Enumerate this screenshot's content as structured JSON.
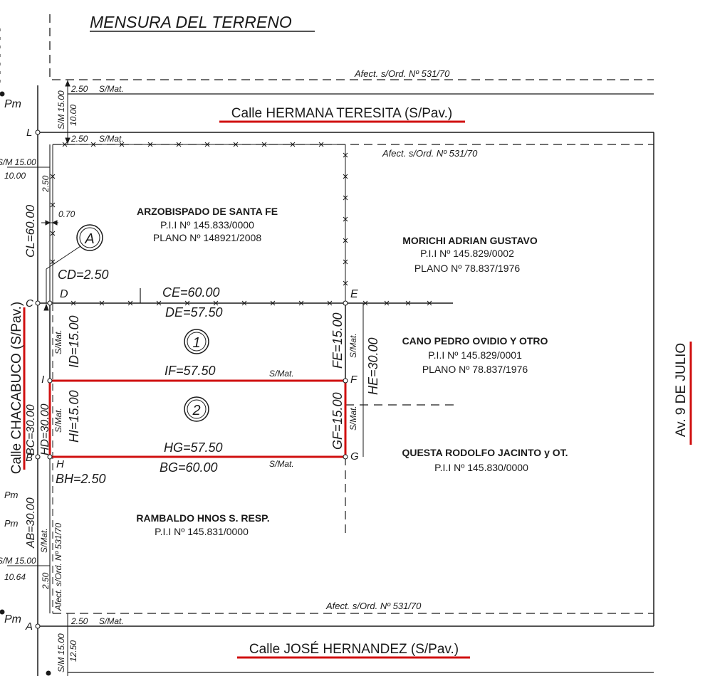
{
  "title": "MENSURA DEL TERRENO",
  "streets": {
    "north": "Calle HERMANA TERESITA (S/Pav.)",
    "south": "Calle JOSÉ HERNANDEZ (S/Pav.)",
    "west": "Calle CHACABUCO (S/Pav.)",
    "east": "Av. 9 DE JULIO"
  },
  "afectaciones": {
    "top": "Afect. s/Ord. Nº 531/70",
    "inner": "Afect. s/Ord. Nº 531/70",
    "bottom": "Afect. s/Ord. Nº 531/70",
    "west": "Afect. s/Ord. Nº 531/70"
  },
  "margin_labels": {
    "s_mat": "S/Mat.",
    "s_m_15": "S/M 15.00",
    "r2_50": "2.50",
    "r10_00": "10.00",
    "r0_70": "0.70",
    "r10_64": "10.64",
    "r12_50": "12.50",
    "pm": "Pm",
    "circle_a": "A"
  },
  "points": {
    "A": "A",
    "B": "B",
    "C": "C",
    "D": "D",
    "E": "E",
    "F": "F",
    "G": "G",
    "H": "H",
    "I": "I",
    "L": "L"
  },
  "dimensions": {
    "CL": "CL=60.00",
    "CD": "CD=2.50",
    "CE": "CE=60.00",
    "DE": "DE=57.50",
    "ID": "ID=15.00",
    "FE": "FE=15.00",
    "IF": "IF=57.50",
    "HE": "HE=30.00",
    "BC": "BC=30.00",
    "HD": "HD=30.00",
    "HI": "HI=15.00",
    "GF": "GF=15.00",
    "HG": "HG=57.50",
    "BG": "BG=60.00",
    "BH": "BH=2.50",
    "AB": "AB=30.00"
  },
  "lots": {
    "lot1": "1",
    "lot2": "2"
  },
  "owners": [
    {
      "name": "ARZOBISPADO DE SANTA FE",
      "pii": "P.I.I Nº 145.833/0000",
      "plano": "PLANO Nº 148921/2008"
    },
    {
      "name": "MORICHI ADRIAN GUSTAVO",
      "pii": "P.I.I Nº 145.829/0002",
      "plano": "PLANO Nº 78.837/1976"
    },
    {
      "name": "CANO PEDRO OVIDIO Y OTRO",
      "pii": "P.I.I Nº 145.829/0001",
      "plano": "PLANO Nº 78.837/1976"
    },
    {
      "name": "QUESTA RODOLFO JACINTO y OT.",
      "pii": "P.I.I Nº 145.830/0000",
      "plano": ""
    },
    {
      "name": "RAMBALDO HNOS S. RESP.",
      "pii": "P.I.I Nº 145.831/0000",
      "plano": ""
    }
  ],
  "colors": {
    "ink": "#1a1a1a",
    "highlight": "#d01010",
    "paper": "#ffffff"
  }
}
